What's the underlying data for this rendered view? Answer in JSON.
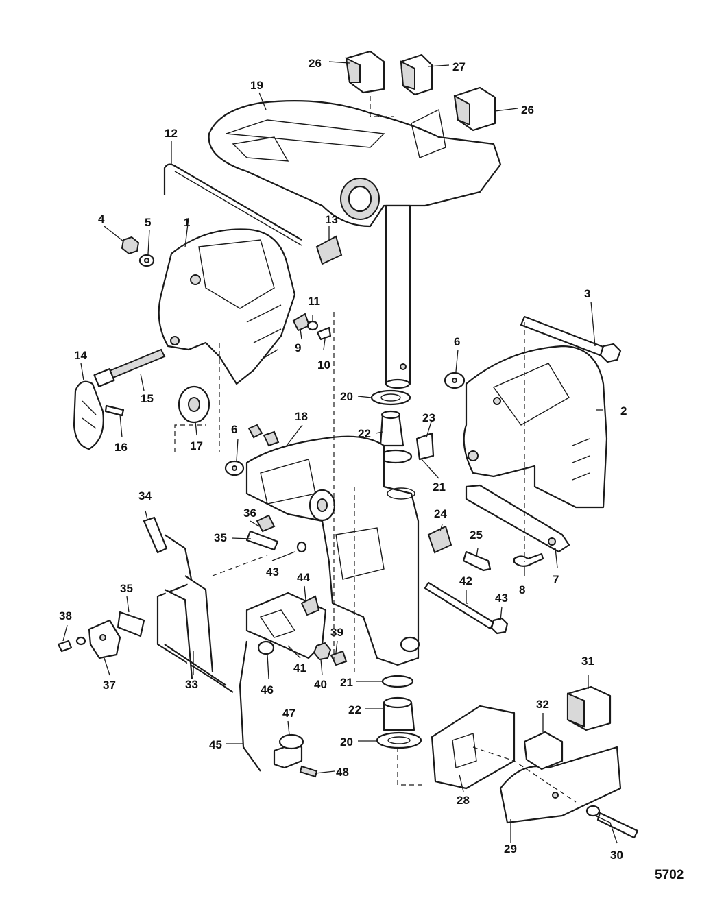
{
  "diagram": {
    "reference_code": "5702",
    "callouts": [
      "1",
      "2",
      "3",
      "4",
      "5",
      "6",
      "6",
      "7",
      "8",
      "9",
      "10",
      "11",
      "12",
      "13",
      "14",
      "15",
      "16",
      "17",
      "18",
      "19",
      "20",
      "20",
      "21",
      "21",
      "22",
      "22",
      "23",
      "24",
      "25",
      "26",
      "26",
      "27",
      "28",
      "29",
      "30",
      "31",
      "32",
      "33",
      "34",
      "35",
      "35",
      "36",
      "37",
      "38",
      "39",
      "40",
      "41",
      "42",
      "43",
      "43",
      "44",
      "45",
      "46",
      "47",
      "48"
    ]
  }
}
